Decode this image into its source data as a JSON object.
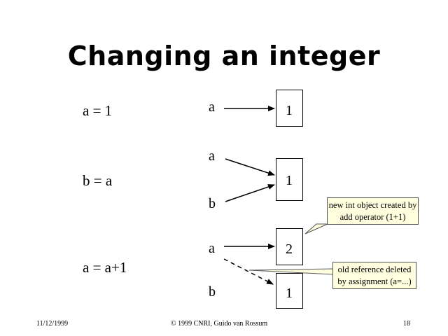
{
  "slide": {
    "title": "Changing an integer",
    "statements": [
      "a = 1",
      "b = a",
      "a = a+1"
    ],
    "labels": {
      "s1_a": "a",
      "s2_a": "a",
      "s2_b": "b",
      "s3_a": "a",
      "s3_b": "b"
    },
    "objects": {
      "s1": "1",
      "s2": "1",
      "s3_new": "2",
      "s3_old": "1"
    },
    "callouts": {
      "new_object": "new int object created by add operator (1+1)",
      "deleted_reference": "old reference deleted by assignment (a=...)"
    },
    "footer": {
      "date": "11/12/1999",
      "copyright": "© 1999 CNRI, Guido van Rossum",
      "page": "18"
    }
  },
  "colors": {
    "callout_fill": "#ffffe0",
    "callout_border": "#555555",
    "ink": "#000000"
  }
}
